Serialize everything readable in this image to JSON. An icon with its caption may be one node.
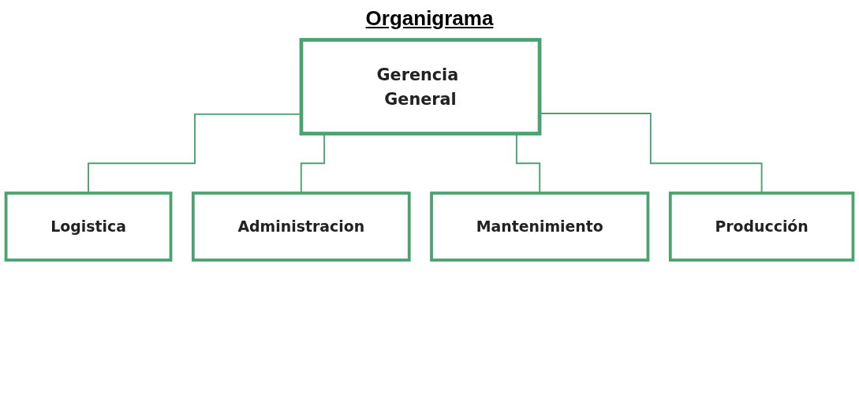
{
  "diagram": {
    "title": "Organigrama",
    "nodes": [
      {
        "text": [
          "Gerencia General"
        ]
      },
      {
        "text": [
          "Logistica"
        ]
      },
      {
        "text": [
          "Administracion"
        ]
      },
      {
        "text": [
          "Mantenimiento"
        ]
      },
      {
        "text": [
          "Producción"
        ]
      }
    ],
    "edges": [
      {
        "from": 0,
        "to": 1,
        "arrow": "none"
      },
      {
        "from": 0,
        "to": 2,
        "arrow": "none"
      },
      {
        "from": 0,
        "to": 3,
        "arrow": "none"
      },
      {
        "from": 0,
        "to": 4,
        "arrow": "none"
      }
    ]
  }
}
